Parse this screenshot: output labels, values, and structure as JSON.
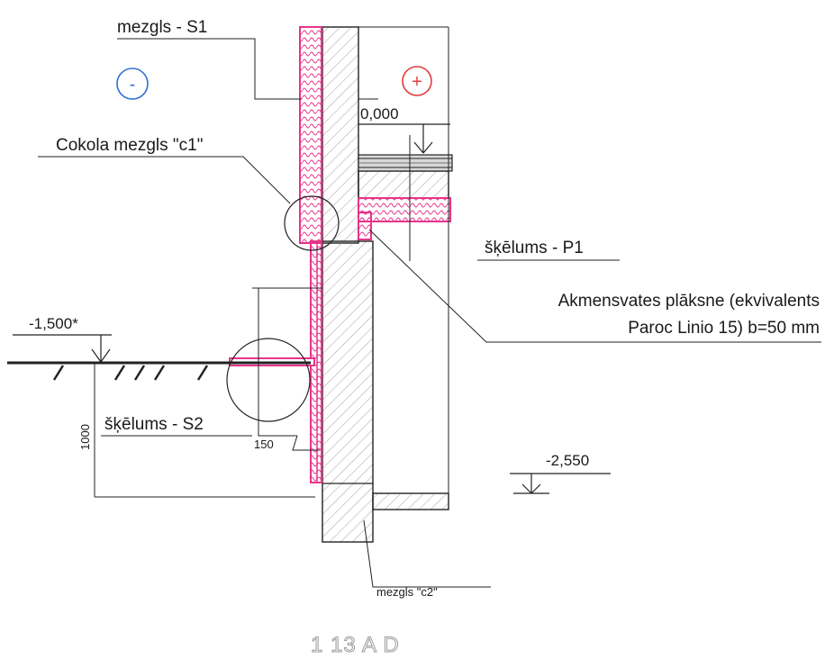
{
  "labels": {
    "mezgls_s1": "mezgls - S1",
    "cokola_mezgls": "Cokola mezgls \"c1\"",
    "skelums_p1": "šķēlums - P1",
    "akmensvates_line1": "Akmensvates plāksne (ekvivalents",
    "akmensvates_line2": "Paroc Linio 15) b=50 mm",
    "skelums_s2": "šķēlums - S2",
    "mezgls_c2": "mezgls \"c2\""
  },
  "levels": {
    "floor": "0,000",
    "ground": "-1,500*",
    "foundation": "-2,550"
  },
  "dimensions": {
    "depth": "1000",
    "offset": "150"
  },
  "zones": {
    "outside": "-",
    "inside": "+"
  },
  "grid_axis": "1 13 A D",
  "colors": {
    "insulation": "#e8338a",
    "outside_marker": "#2f6fd6",
    "inside_marker": "#e23a3a",
    "line": "#222222"
  }
}
